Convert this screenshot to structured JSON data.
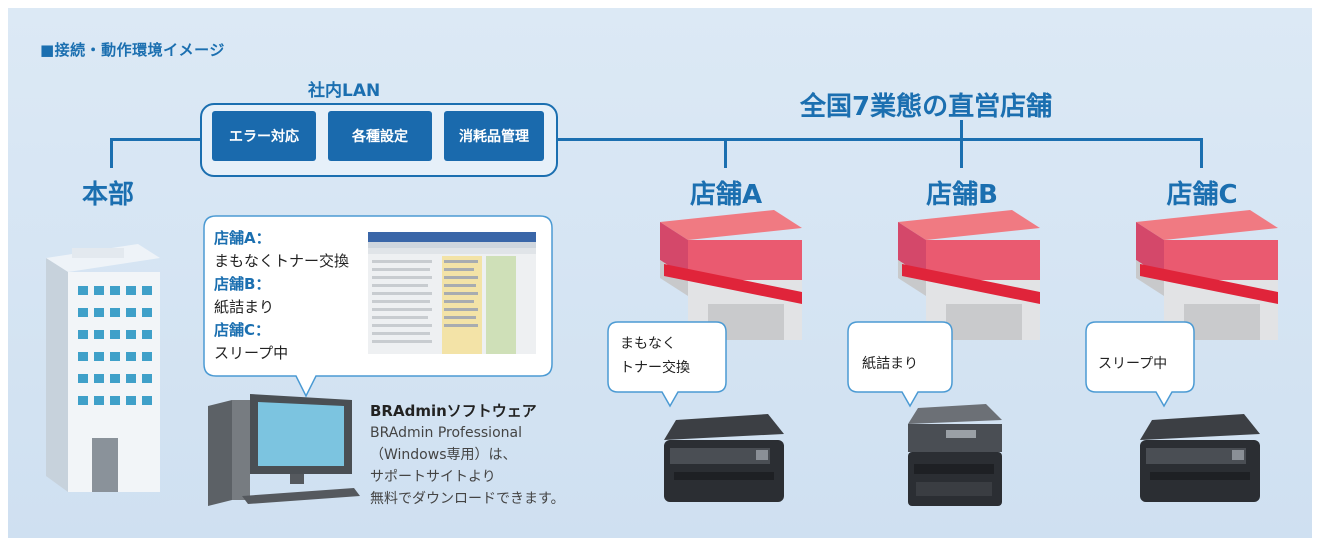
{
  "heading": "■接続・動作環境イメージ",
  "lan": {
    "label": "社内LAN",
    "buttons": [
      "エラー対応",
      "各種設定",
      "消耗品管理"
    ]
  },
  "stores_heading": "全国7業態の直営店舗",
  "hq_label": "本部",
  "stores": [
    {
      "label": "店舗A",
      "bubble": "まもなく\nトナー交換"
    },
    {
      "label": "店舗B",
      "bubble": "紙詰まり"
    },
    {
      "label": "店舗C",
      "bubble": "スリープ中"
    }
  ],
  "callout": {
    "lines": [
      {
        "text": "店舗A：",
        "style": "blue"
      },
      {
        "text": "まもなくトナー交換",
        "style": "plain"
      },
      {
        "text": "店舗B：",
        "style": "blue"
      },
      {
        "text": "紙詰まり",
        "style": "plain"
      },
      {
        "text": "店舗C：",
        "style": "blue"
      },
      {
        "text": "スリープ中",
        "style": "plain"
      }
    ]
  },
  "software": {
    "title": "BRAdminソフトウェア",
    "lines": [
      "BRAdmin Professional",
      "（Windows専用）は、",
      "サポートサイトより",
      "無料でダウンロードできます。"
    ]
  },
  "colors": {
    "brand_blue": "#1b6fb0",
    "store_roof": "#e8566b",
    "awning": "#e0243a"
  }
}
